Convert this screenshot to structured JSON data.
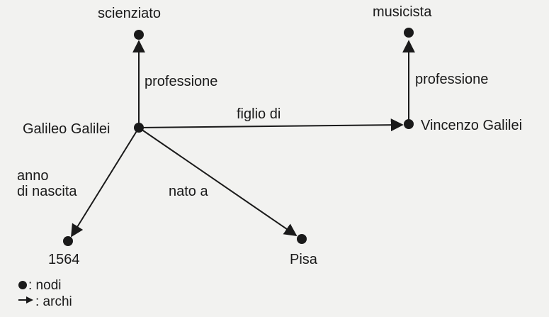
{
  "nodes": {
    "galileo": "Galileo Galilei",
    "scienziato": "scienziato",
    "musicista": "musicista",
    "vincenzo": "Vincenzo Galilei",
    "anno": "1564",
    "pisa": "Pisa"
  },
  "edges": {
    "professione_galileo": "professione",
    "professione_vincenzo": "professione",
    "figlio_di": "figlio di",
    "anno_nascita_line1": "anno",
    "anno_nascita_line2": "di nascita",
    "nato_a": "nato a"
  },
  "legend": {
    "nodes_label": ": nodi",
    "arcs_label": ": archi"
  }
}
